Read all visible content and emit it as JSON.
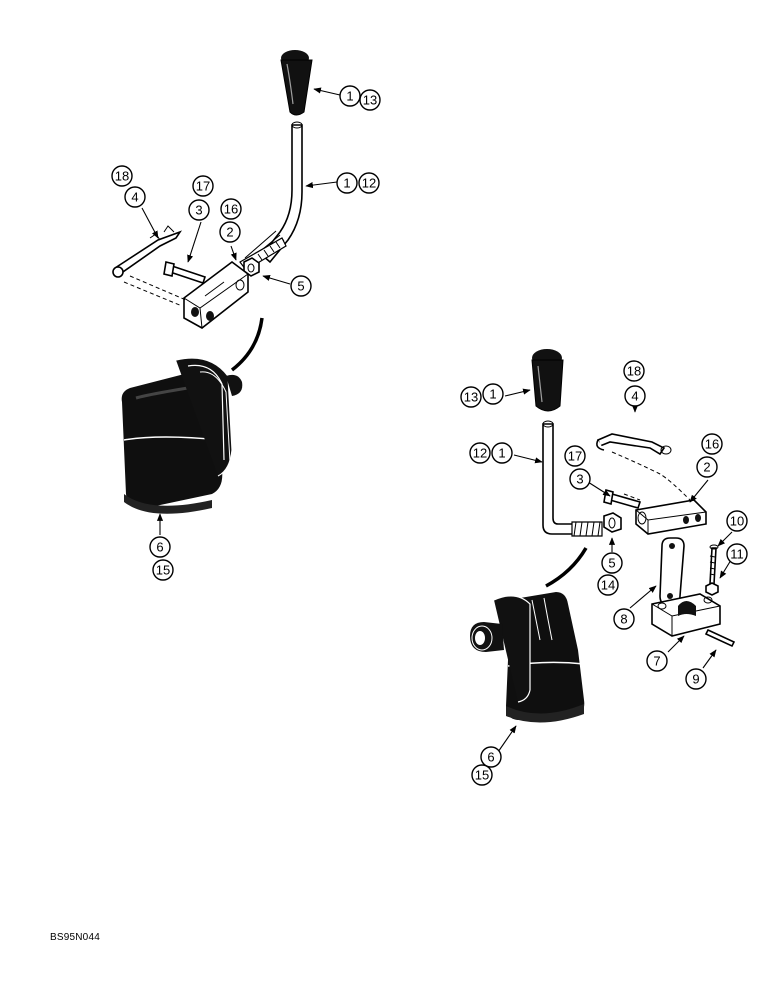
{
  "drawing_ref": "BS95N044",
  "colors": {
    "ink": "#000000",
    "paper": "#ffffff"
  },
  "callouts_left": [
    "1",
    "13",
    "1",
    "12",
    "18",
    "4",
    "17",
    "3",
    "16",
    "2",
    "5",
    "6",
    "15"
  ],
  "callouts_right": [
    "13",
    "1",
    "18",
    "4",
    "12",
    "1",
    "17",
    "3",
    "16",
    "2",
    "10",
    "5",
    "14",
    "11",
    "8",
    "7",
    "9",
    "6",
    "15"
  ]
}
